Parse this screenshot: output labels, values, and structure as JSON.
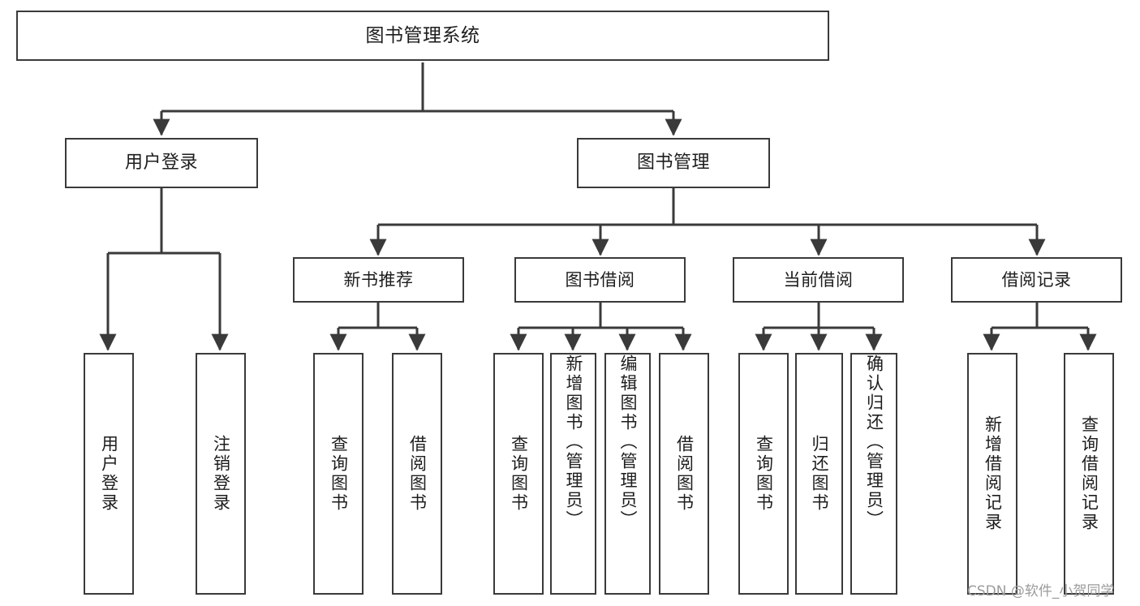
{
  "diagram": {
    "title": "图书管理系统",
    "type": "tree-hierarchy",
    "root": {
      "id": "root",
      "label": "图书管理系统"
    },
    "level1": [
      {
        "id": "user-login",
        "label": "用户登录"
      },
      {
        "id": "book-manage",
        "label": "图书管理"
      }
    ],
    "level2": [
      {
        "id": "new-book-rec",
        "label": "新书推荐",
        "parent": "book-manage"
      },
      {
        "id": "book-borrow",
        "label": "图书借阅",
        "parent": "book-manage"
      },
      {
        "id": "current-borrow",
        "label": "当前借阅",
        "parent": "book-manage"
      },
      {
        "id": "borrow-record",
        "label": "借阅记录",
        "parent": "book-manage"
      }
    ],
    "leaves": [
      {
        "id": "leaf-user-login",
        "label": "用户登录",
        "parent": "user-login"
      },
      {
        "id": "leaf-logout",
        "label": "注销登录",
        "parent": "user-login"
      },
      {
        "id": "leaf-query-book-1",
        "label": "查询图书",
        "parent": "new-book-rec"
      },
      {
        "id": "leaf-borrow-book-1",
        "label": "借阅图书",
        "parent": "new-book-rec"
      },
      {
        "id": "leaf-query-book-2",
        "label": "查询图书",
        "parent": "book-borrow"
      },
      {
        "id": "leaf-add-book",
        "label": "新增图书（管理员）",
        "parent": "book-borrow"
      },
      {
        "id": "leaf-edit-book",
        "label": "编辑图书（管理员）",
        "parent": "book-borrow"
      },
      {
        "id": "leaf-borrow-book-2",
        "label": "借阅图书",
        "parent": "book-borrow"
      },
      {
        "id": "leaf-query-book-3",
        "label": "查询图书",
        "parent": "current-borrow"
      },
      {
        "id": "leaf-return-book",
        "label": "归还图书",
        "parent": "current-borrow"
      },
      {
        "id": "leaf-confirm-return",
        "label": "确认归还（管理员）",
        "parent": "current-borrow"
      },
      {
        "id": "leaf-add-record",
        "label": "新增借阅记录",
        "parent": "borrow-record"
      },
      {
        "id": "leaf-query-record",
        "label": "查询借阅记录",
        "parent": "borrow-record"
      }
    ],
    "watermark": "CSDN @软件_小贺同学",
    "colors": {
      "stroke": "#3a3a3a",
      "fill": "#ffffff",
      "text": "#1d1d1d",
      "watermark": "#9b9b9b"
    }
  }
}
